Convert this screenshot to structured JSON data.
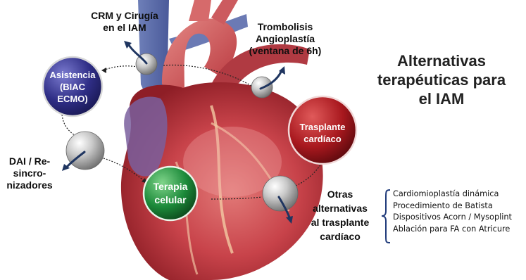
{
  "title": [
    "Alternativas",
    "terapéuticas para",
    "el IAM"
  ],
  "labels": {
    "crm": [
      "CRM y Cirugía",
      "en el IAM"
    ],
    "trombolisis": [
      "Trombolisis",
      "Angioplastía",
      "(ventana de 6h)"
    ],
    "dai": [
      "DAI / Re-",
      "sincro-",
      "nizadores"
    ],
    "otras": [
      "Otras",
      "alternativas",
      "al trasplante",
      "cardíaco"
    ]
  },
  "circles": {
    "asistencia": [
      "Asistencia",
      "(BIAC",
      "ECMO)"
    ],
    "trasplante": [
      "Trasplante",
      "cardíaco"
    ],
    "terapia": [
      "Terapia",
      "celular"
    ]
  },
  "alternatives_list": [
    "Cardiomioplastía dinámica",
    "Procedimiento de Batista",
    "Dispositivos Acorn / Mysoplint",
    "Ablación para FA con Atricure"
  ],
  "colors": {
    "asistencia": "#2f2e86",
    "trasplante": "#a8181e",
    "terapia": "#1c8a3a",
    "bracket": "#1f3a7a"
  }
}
